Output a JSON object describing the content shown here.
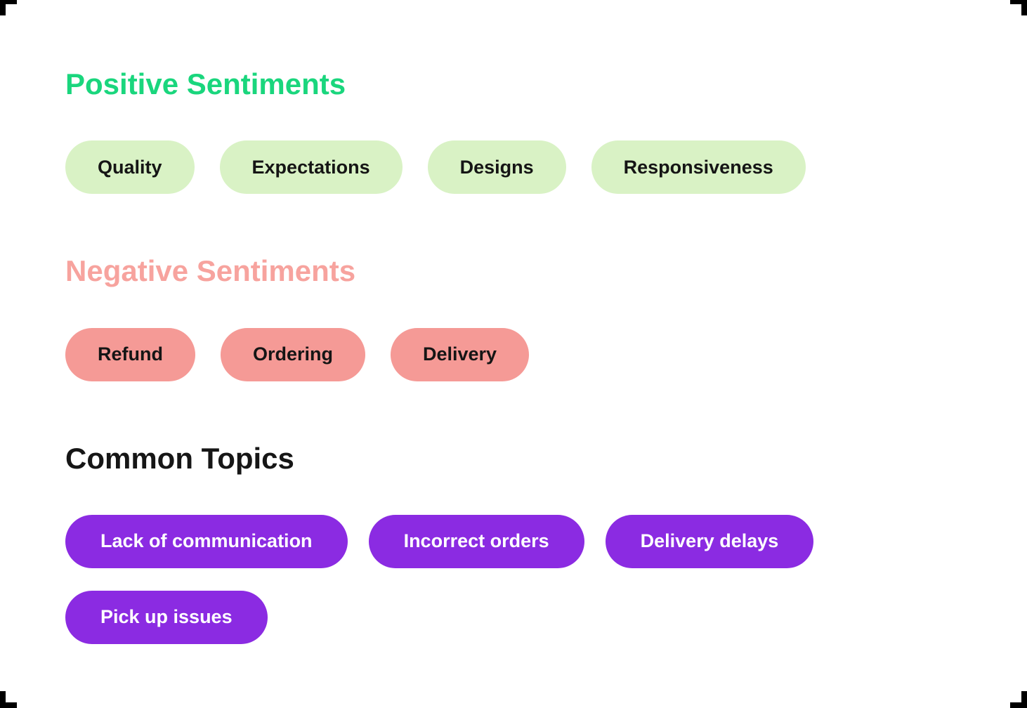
{
  "frame": {
    "corner_color": "#000000"
  },
  "report": {
    "sections": [
      {
        "id": "positive-sentiments",
        "title": "Positive Sentiments",
        "title_color": "#1AD67D",
        "pill_bg": "#D9F2C5",
        "pill_text_color": "#151515",
        "tags": [
          "Quality",
          "Expectations",
          "Designs",
          "Responsiveness"
        ]
      },
      {
        "id": "negative-sentiments",
        "title": "Negative Sentiments",
        "title_color": "#F7A39E",
        "pill_bg": "#F59A96",
        "pill_text_color": "#151515",
        "tags": [
          "Refund",
          "Ordering",
          "Delivery"
        ]
      },
      {
        "id": "common-topics",
        "title": "Common Topics",
        "title_color": "#161616",
        "pill_bg": "#8B2BE2",
        "pill_text_color": "#FFFFFF",
        "tags": [
          "Lack of communication",
          "Incorrect orders",
          "Delivery delays",
          "Pick up issues"
        ]
      }
    ]
  }
}
